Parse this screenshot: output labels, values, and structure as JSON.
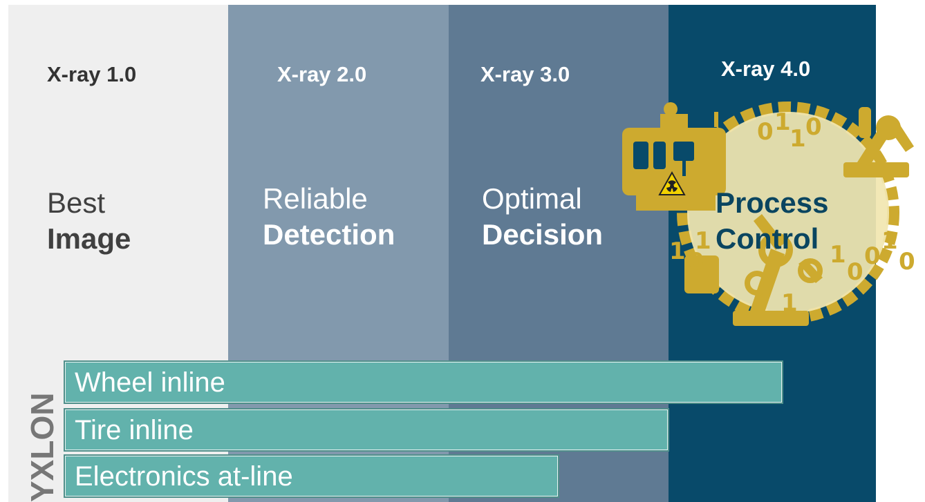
{
  "columns": [
    {
      "version": "X-ray 1.0",
      "line1": "Best",
      "line2": "Image"
    },
    {
      "version": "X-ray 2.0",
      "line1": "Reliable",
      "line2": "Detection"
    },
    {
      "version": "X-ray 3.0",
      "line1": "Optimal",
      "line2": "Decision"
    },
    {
      "version": "X-ray 4.0",
      "line1": "Process",
      "line2": "Control"
    }
  ],
  "bars": [
    {
      "label": "Wheel inline"
    },
    {
      "label": "Tire inline"
    },
    {
      "label": "Electronics at-line"
    }
  ],
  "logo": {
    "text": "YXLON"
  },
  "illustration": {
    "icon": "industry-4-0-gear-icon",
    "binary_digits": [
      "0",
      "1",
      "1",
      "0",
      "1",
      "0",
      "1",
      "1",
      "0",
      "0",
      "1",
      "0",
      "1"
    ]
  },
  "colors": {
    "col1": "#efefef",
    "col2": "#8299ad",
    "col3": "#5f7a93",
    "col4": "#084a6a",
    "bar": "#62b2ac",
    "gold": "#cdaa2f",
    "gold_light": "#f1e6b0",
    "logo_grey": "#777777",
    "logo_teal": "#3fa7a0"
  }
}
